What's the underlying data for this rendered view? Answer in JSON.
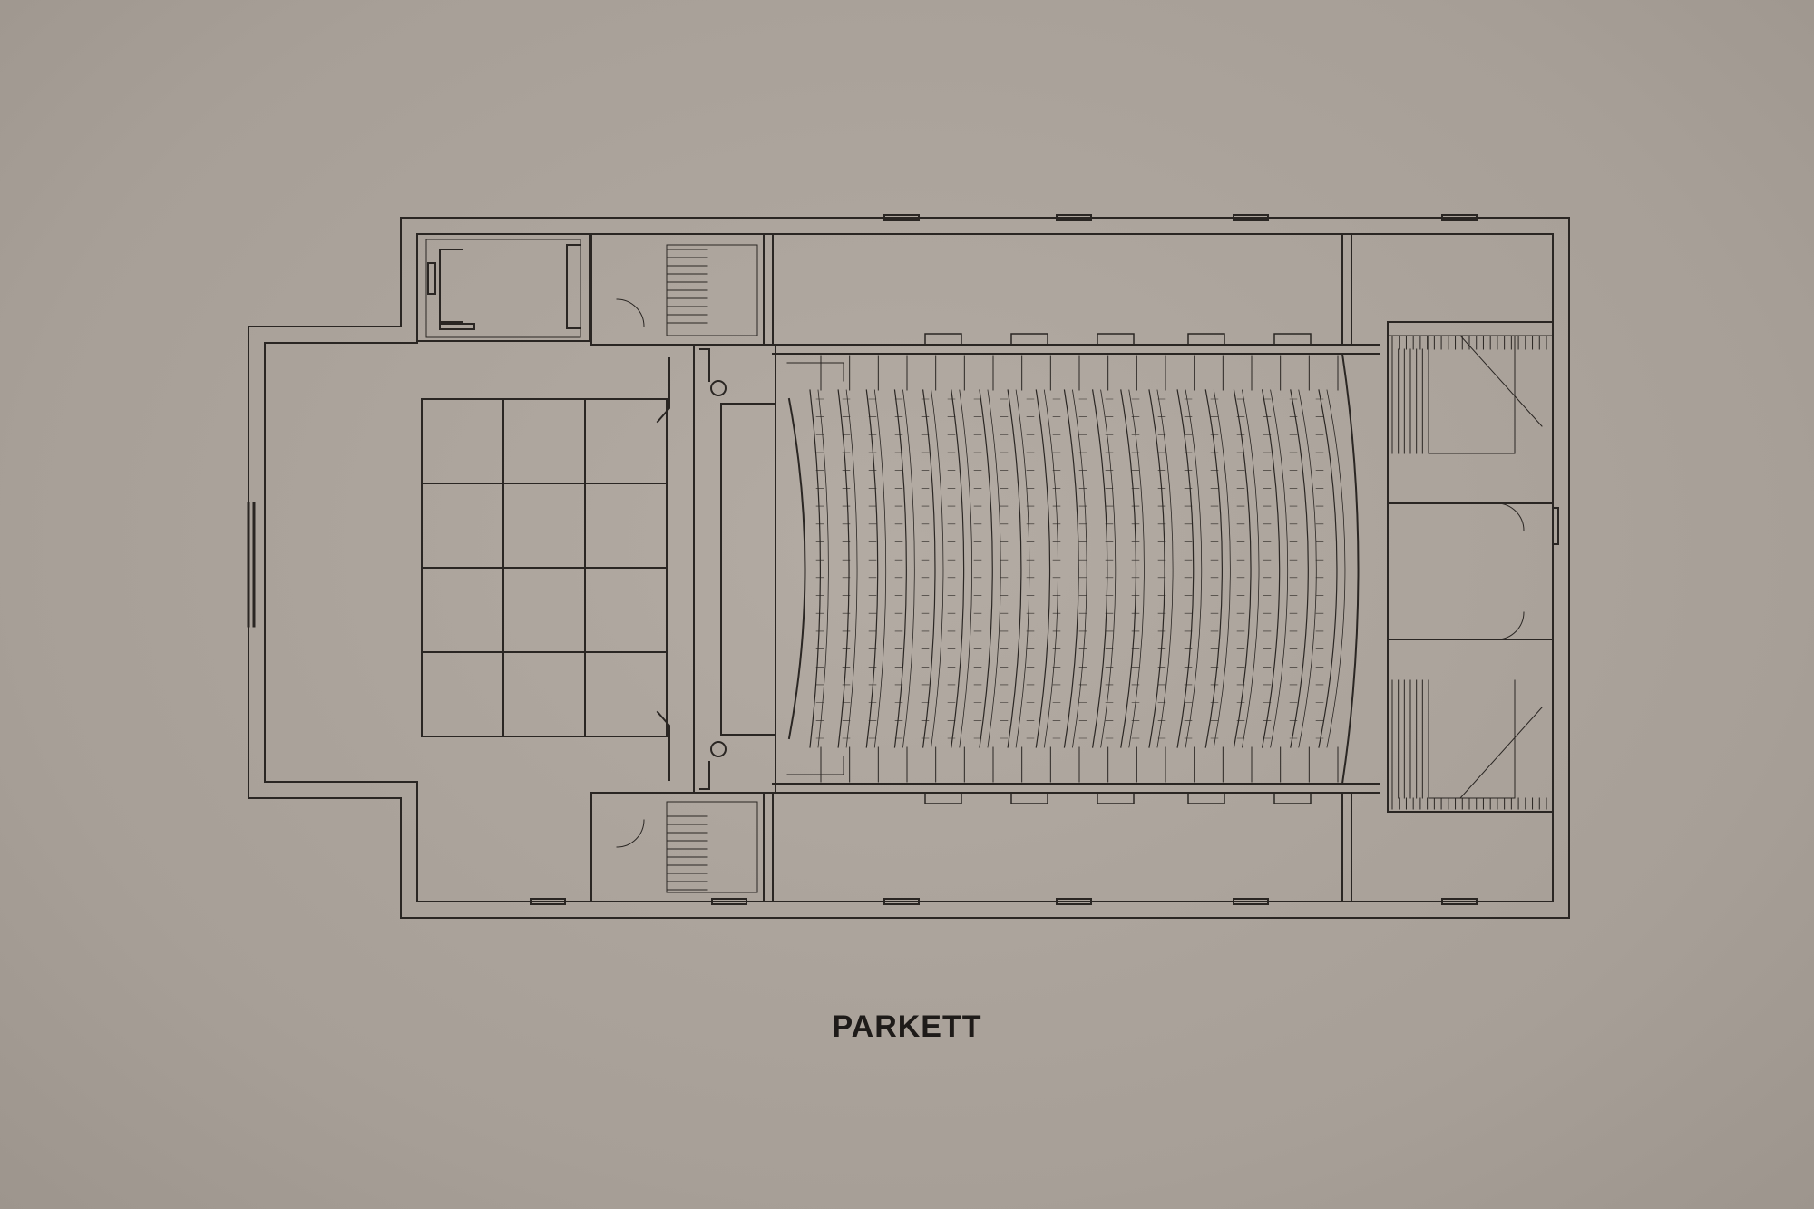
{
  "drawing": {
    "caption": "PARKETT",
    "ink_color": "#2a2623",
    "paper_color": "#aaa29a"
  },
  "auditorium": {
    "seat_rows": 19,
    "center_aisle": false
  },
  "stage_area": {
    "grid_cols": 3,
    "grid_rows": 4
  }
}
